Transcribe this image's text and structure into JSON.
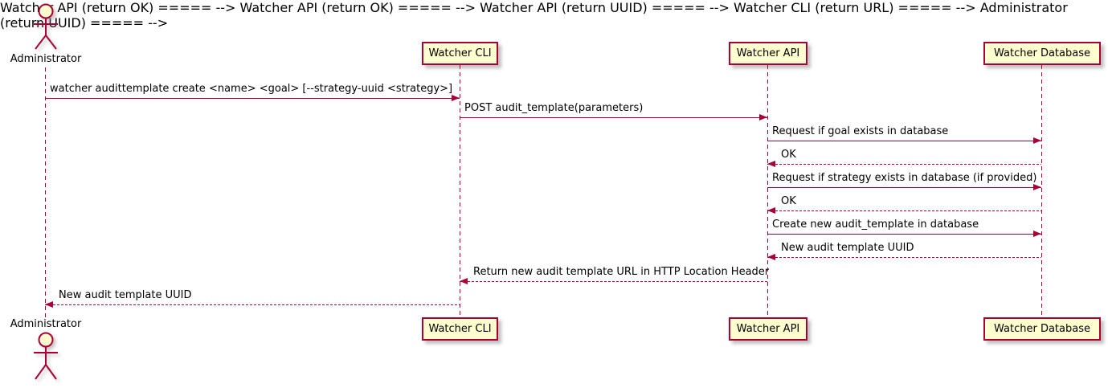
{
  "diagram_type": "uml-sequence-diagram",
  "colors": {
    "stroke": "#A80036",
    "participant_fill": "#FEFECE",
    "text": "#000000",
    "background": "#FFFFFF"
  },
  "actor": {
    "name": "Administrator"
  },
  "participants": [
    {
      "label": "Watcher CLI"
    },
    {
      "label": "Watcher API"
    },
    {
      "label": "Watcher Database"
    }
  ],
  "messages": [
    {
      "from": "Administrator",
      "to": "Watcher CLI",
      "line": "solid",
      "direction": "right",
      "text": "watcher audittemplate create <name> <goal> [--strategy-uuid <strategy>]"
    },
    {
      "from": "Watcher CLI",
      "to": "Watcher API",
      "line": "solid",
      "direction": "right",
      "text": "POST audit_template(parameters)"
    },
    {
      "from": "Watcher API",
      "to": "Watcher Database",
      "line": "solid",
      "direction": "right",
      "text": "Request if goal exists in database"
    },
    {
      "from": "Watcher Database",
      "to": "Watcher API",
      "line": "dashed",
      "direction": "left",
      "text": "OK"
    },
    {
      "from": "Watcher API",
      "to": "Watcher Database",
      "line": "solid",
      "direction": "right",
      "text": "Request if strategy exists in database (if provided)"
    },
    {
      "from": "Watcher Database",
      "to": "Watcher API",
      "line": "dashed",
      "direction": "left",
      "text": "OK"
    },
    {
      "from": "Watcher API",
      "to": "Watcher Database",
      "line": "solid",
      "direction": "right",
      "text": "Create new audit_template in database"
    },
    {
      "from": "Watcher Database",
      "to": "Watcher API",
      "line": "dashed",
      "direction": "left",
      "text": "New audit template UUID"
    },
    {
      "from": "Watcher API",
      "to": "Watcher CLI",
      "line": "dashed",
      "direction": "left",
      "text": "Return new audit template URL in HTTP Location Header"
    },
    {
      "from": "Watcher CLI",
      "to": "Administrator",
      "line": "dashed",
      "direction": "left",
      "text": "New audit template UUID"
    }
  ]
}
